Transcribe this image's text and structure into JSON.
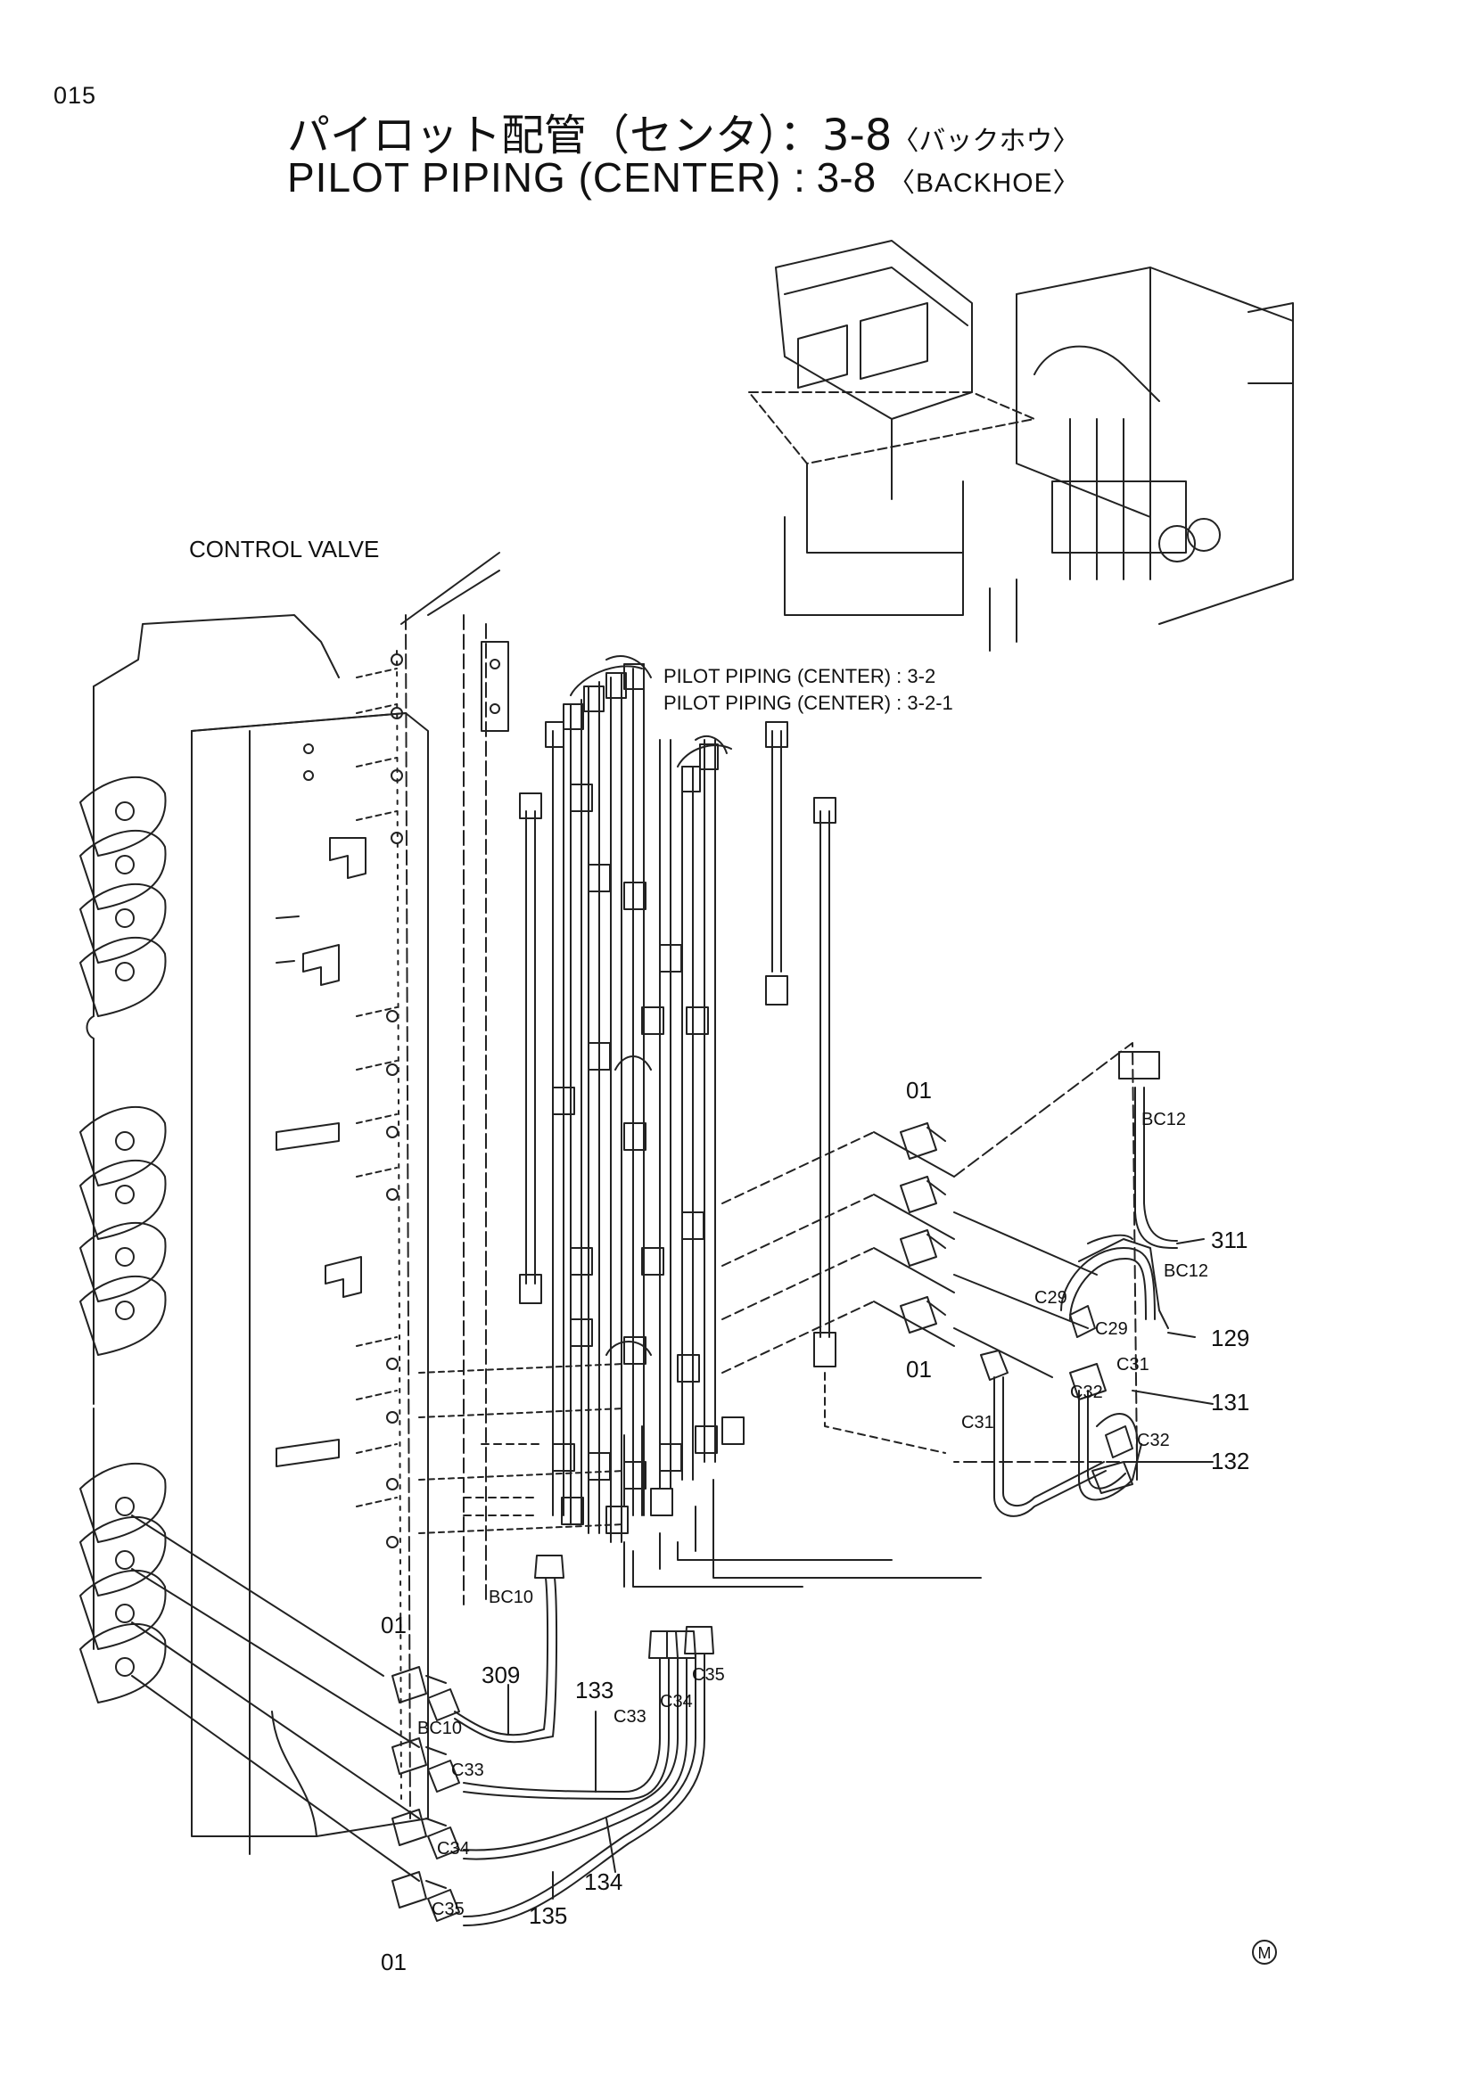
{
  "page": {
    "number": "015",
    "title_jp": "パイロット配管（センタ）",
    "title_jp_code": "：3-8",
    "title_jp_sub": "〈バックホウ〉",
    "title_en": "PILOT PIPING (CENTER)",
    "title_en_code": ": 3-8",
    "title_en_sub": "〈BACKHOE〉",
    "mark": "M"
  },
  "labels": {
    "control_valve": "CONTROL VALVE",
    "ref_1": "PILOT PIPING (CENTER) : 3-2",
    "ref_2": "PILOT PIPING (CENTER) : 3-2-1"
  },
  "callouts": {
    "p01_top": "01",
    "p01_bottom_right": "01",
    "p01_left": "01",
    "p01_bottom_left": "01",
    "p311": "311",
    "p129": "129",
    "p131": "131",
    "p132": "132",
    "p309": "309",
    "p133": "133",
    "p134": "134",
    "p135": "135"
  },
  "connectors": {
    "bc12_top": "BC12",
    "bc12_mid": "BC12",
    "c29_a": "C29",
    "c29_b": "C29",
    "c31_a": "C31",
    "c31_b": "C31",
    "c32_a": "C32",
    "c32_b": "C32",
    "bc10_top": "BC10",
    "bc10_bottom": "BC10",
    "c33_top": "C33",
    "c33_bottom": "C33",
    "c34_top": "C34",
    "c34_bottom": "C34",
    "c35_top": "C35",
    "c35_bottom": "C35"
  }
}
